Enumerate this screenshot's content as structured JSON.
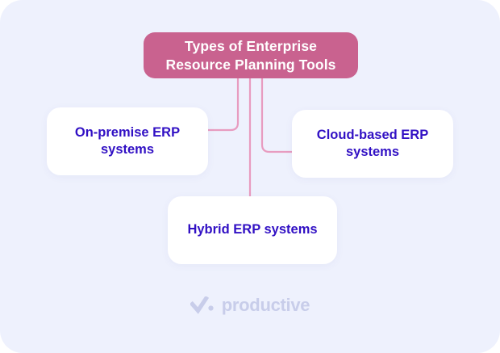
{
  "diagram": {
    "root": {
      "label": "Types of Enterprise Resource Planning Tools",
      "color": "#c9628f",
      "text_color": "#ffffff"
    },
    "branches": [
      {
        "label": "On-premise ERP systems",
        "position": "left"
      },
      {
        "label": "Cloud-based ERP systems",
        "position": "right"
      },
      {
        "label": "Hybrid ERP systems",
        "position": "bottom"
      }
    ],
    "connector_color": "#e89cc0",
    "node_text_color": "#3110c4",
    "node_background": "#ffffff",
    "canvas_background": "#eef1fd"
  },
  "footer": {
    "brand": "productive",
    "mark_icon": "check-dot-icon",
    "brand_color": "#c8cdea"
  }
}
